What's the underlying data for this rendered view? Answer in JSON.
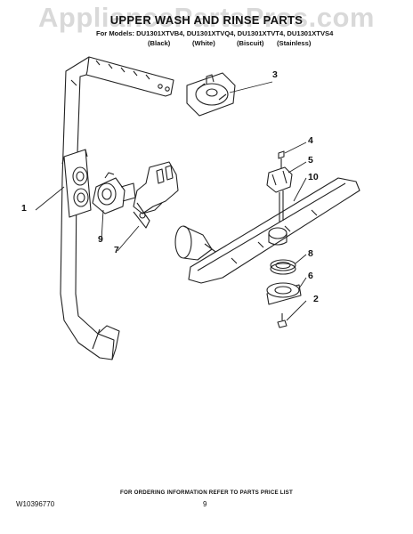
{
  "watermark": "AppliancePartsPros.com",
  "title": "UPPER WASH AND RINSE PARTS",
  "models_line": "For Models: DU1301XTVB4, DU1301XTVQ4, DU1301XTVT4, DU1301XTVS4",
  "finishes": [
    "(Black)",
    "(White)",
    "(Biscuit)",
    "(Stainless)"
  ],
  "callouts": {
    "c1": "1",
    "c2": "2",
    "c3": "3",
    "c4": "4",
    "c5": "5",
    "c6": "6",
    "c7": "7",
    "c8": "8",
    "c9": "9",
    "c10": "10"
  },
  "footer": {
    "note": "FOR ORDERING INFORMATION REFER TO PARTS PRICE LIST",
    "doc_id": "W10396770",
    "page": "9"
  }
}
